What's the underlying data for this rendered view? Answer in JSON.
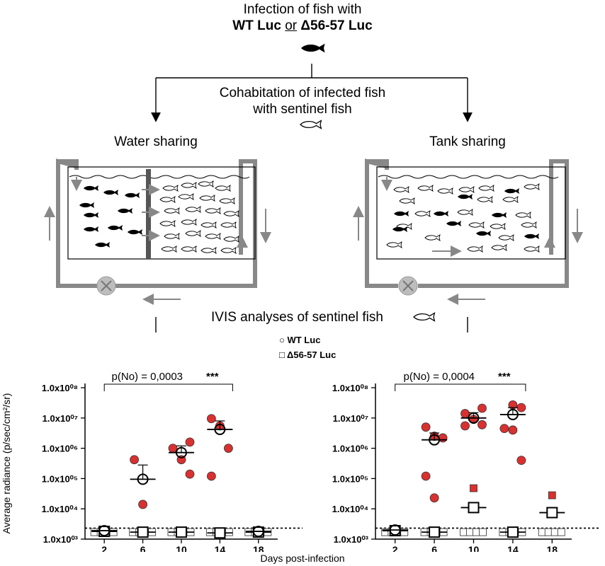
{
  "header": {
    "line1": "Infection of fish with",
    "strain_wt": "WT Luc",
    "conj": "or",
    "strain_mut": "Δ56-57 Luc"
  },
  "cohab": {
    "line1": "Cohabitation of infected fish",
    "line2": "with sentinel fish"
  },
  "setups": {
    "water": "Water sharing",
    "tank": "Tank sharing"
  },
  "ivis": "IVIS analyses of sentinel fish",
  "legend": {
    "wt": "WT Luc",
    "mut": "Δ56-57 Luc"
  },
  "colors": {
    "wt_point": "#d93030",
    "mut_point": "#d93030",
    "tank_border": "#888888",
    "pump": "#bdbdbd",
    "divider": "#555555"
  },
  "chart_data": [
    {
      "type": "scatter",
      "setup": "Water sharing",
      "ylabel": "Average radiance (p/sec/cm²/sr)",
      "xlabel": "Days post-infection",
      "scale": "log",
      "ylim": [
        1000,
        100000000
      ],
      "yticks": [
        "1.0x10⁰³",
        "1.0x10⁰⁴",
        "1.0x10⁰⁵",
        "1.0x10⁰⁶",
        "1.0x10⁰⁷",
        "1.0x10⁰⁸"
      ],
      "categories": [
        "2",
        "6",
        "10",
        "14",
        "18"
      ],
      "detection_limit": 2300,
      "stat": {
        "text": "p(No) = 0,0003",
        "stars": "***",
        "from": "2",
        "to": "14"
      },
      "series": [
        {
          "name": "WT Luc",
          "marker": "circle",
          "points": [
            [
              6,
              420000
            ],
            [
              6,
              14000
            ],
            [
              10,
              1600000
            ],
            [
              10,
              1000000
            ],
            [
              10,
              420000
            ],
            [
              10,
              140000
            ],
            [
              14,
              9500000
            ],
            [
              14,
              5500000
            ],
            [
              14,
              1000000
            ],
            [
              14,
              120000
            ]
          ],
          "mean": [
            [
              2,
              1900
            ],
            [
              6,
              95000
            ],
            [
              10,
              720000
            ],
            [
              14,
              4200000
            ],
            [
              18,
              1800
            ]
          ],
          "sem_upper": [
            [
              6,
              280000
            ],
            [
              10,
              1200000
            ],
            [
              14,
              8000000
            ]
          ]
        },
        {
          "name": "Δ56-57 Luc",
          "marker": "square",
          "points": [],
          "mean": [
            [
              2,
              1800
            ],
            [
              6,
              1700
            ],
            [
              10,
              1700
            ],
            [
              14,
              1600
            ],
            [
              18,
              1700
            ]
          ]
        }
      ]
    },
    {
      "type": "scatter",
      "setup": "Tank sharing",
      "ylabel": "",
      "xlabel": "Days post-infection",
      "scale": "log",
      "ylim": [
        1000,
        100000000
      ],
      "yticks": [
        "1.0x10⁰³",
        "1.0x10⁰⁴",
        "1.0x10⁰⁵",
        "1.0x10⁰⁶",
        "1.0x10⁰⁷",
        "1.0x10⁰⁸"
      ],
      "categories": [
        "2",
        "6",
        "10",
        "14",
        "18"
      ],
      "detection_limit": 2300,
      "stat": {
        "text": "p(No) = 0,0004",
        "stars": "***",
        "from": "2",
        "to": "14"
      },
      "series": [
        {
          "name": "WT Luc",
          "marker": "circle",
          "points": [
            [
              6,
              5000000
            ],
            [
              6,
              2500000
            ],
            [
              6,
              2200000
            ],
            [
              6,
              120000
            ],
            [
              6,
              23000
            ],
            [
              10,
              21000000
            ],
            [
              10,
              14000000
            ],
            [
              10,
              9000000
            ],
            [
              10,
              6000000
            ],
            [
              10,
              5500000
            ],
            [
              14,
              27000000
            ],
            [
              14,
              22000000
            ],
            [
              14,
              4500000
            ],
            [
              14,
              4000000
            ],
            [
              14,
              400000
            ]
          ],
          "mean": [
            [
              2,
              2000
            ],
            [
              6,
              1900000
            ],
            [
              10,
              10000000
            ],
            [
              14,
              13000000
            ]
          ],
          "sem_upper": [
            [
              6,
              3200000
            ],
            [
              10,
              15000000
            ],
            [
              14,
              22000000
            ]
          ]
        },
        {
          "name": "Δ56-57 Luc",
          "marker": "square",
          "points": [
            [
              10,
              48000
            ],
            [
              18,
              28000
            ]
          ],
          "mean": [
            [
              2,
              1900
            ],
            [
              6,
              1700
            ],
            [
              10,
              11000
            ],
            [
              14,
              1700
            ],
            [
              18,
              7500
            ]
          ]
        }
      ]
    }
  ]
}
